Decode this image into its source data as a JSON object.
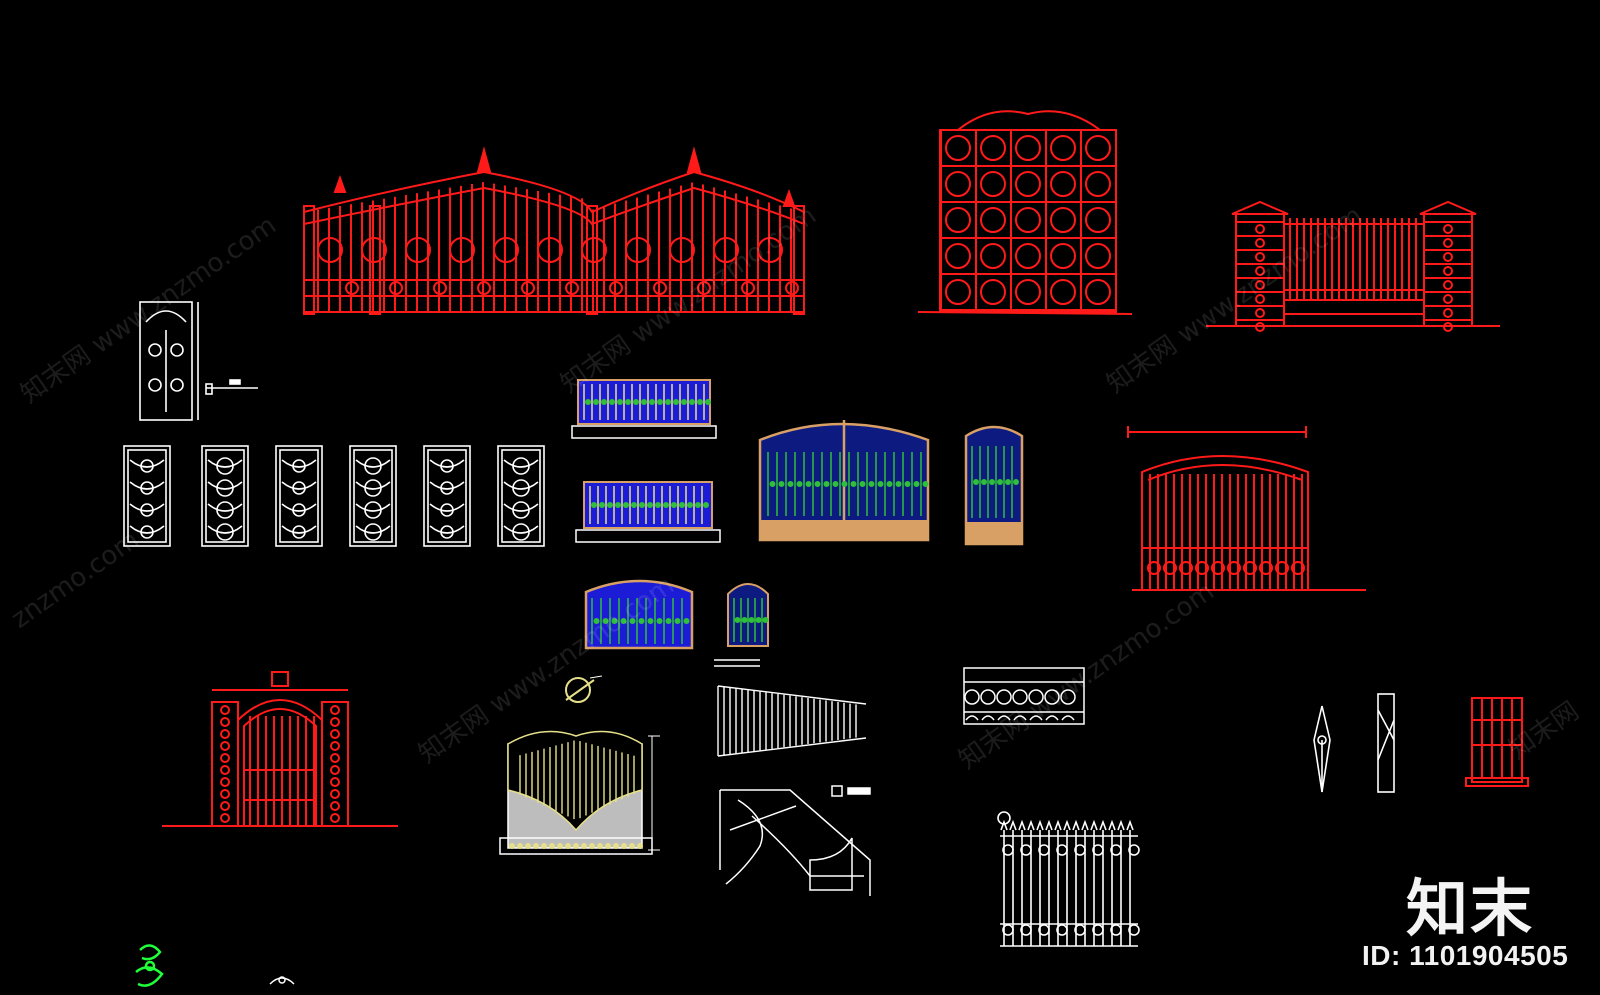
{
  "branding": {
    "logo_text": "知末",
    "id_label": "ID: 1101904505"
  },
  "watermarks": [
    "知末网 www.znzmo.com",
    "知末网 www.znzmo.com",
    "知末网 www.znzmo.com",
    "znzmo.com",
    "知末网 www.znzmo.com",
    "知末网 www.znzmo.com",
    "知末网"
  ],
  "colors": {
    "background": "#000000",
    "red_lines": "#ff1a1a",
    "white_lines": "#ffffff",
    "blue_fill": "#1c1cd6",
    "green_lines": "#2fbf3a",
    "tan_frame": "#d9a066",
    "yellow_lines": "#e6e08a",
    "bright_green": "#1fff3a"
  }
}
